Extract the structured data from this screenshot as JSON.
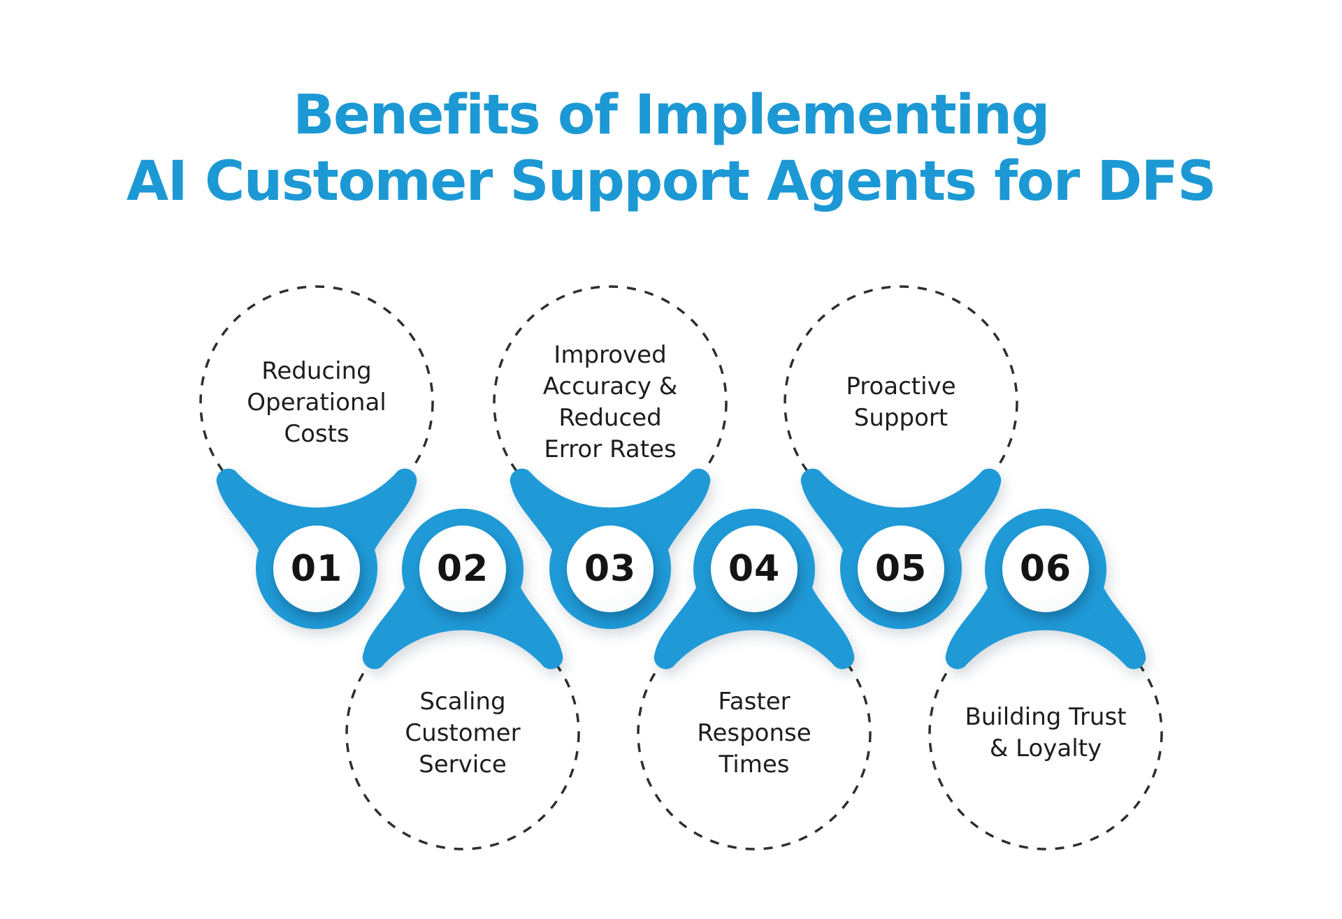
{
  "title": {
    "line1": "Benefits of Implementing",
    "line2": "AI Customer Support Agents for DFS"
  },
  "colors": {
    "accent": "#1F9AD7",
    "title": "#1C99D4",
    "dash": "#2E2E2E",
    "label_text": "#1D1D1D",
    "number_text": "#141414",
    "background": "#FFFFFF"
  },
  "items": [
    {
      "number": "01",
      "label": "Reducing\nOperational\nCosts",
      "bubble_position": "above"
    },
    {
      "number": "02",
      "label": "Scaling\nCustomer\nService",
      "bubble_position": "below"
    },
    {
      "number": "03",
      "label": "Improved\nAccuracy &\nReduced\nError Rates",
      "bubble_position": "above"
    },
    {
      "number": "04",
      "label": "Faster\nResponse\nTimes",
      "bubble_position": "below"
    },
    {
      "number": "05",
      "label": "Proactive\nSupport",
      "bubble_position": "above"
    },
    {
      "number": "06",
      "label": "Building Trust\n& Loyalty",
      "bubble_position": "below"
    }
  ]
}
